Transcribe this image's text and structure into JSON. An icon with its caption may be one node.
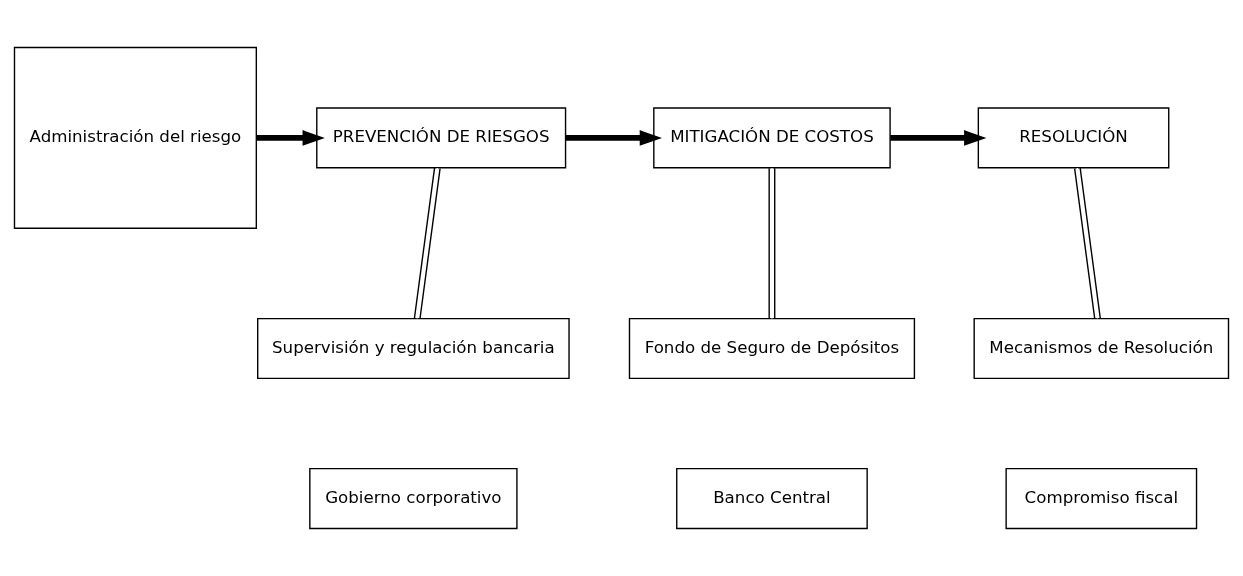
{
  "diagram": {
    "nodes": [
      {
        "text": [
          "Administración del riesgo"
        ]
      },
      {
        "text": [
          "PREVENCIÓN DE RIESGOS"
        ]
      },
      {
        "text": [
          "Supervisión y regulación bancaria"
        ]
      },
      {
        "text": [
          "Gobierno corporativo"
        ]
      },
      {
        "text": [
          "MITIGACIÓN DE COSTOS"
        ]
      },
      {
        "text": [
          "Fondo de Seguro de Depósitos"
        ]
      },
      {
        "text": [
          "Banco Central"
        ]
      },
      {
        "text": [
          "RESOLUCIÓN"
        ]
      },
      {
        "text": [
          "Mecanismos de Resolución"
        ]
      },
      {
        "text": [
          "Compromiso fiscal"
        ]
      }
    ],
    "edges": [
      {
        "from": 0,
        "to": 1,
        "arrow": "to",
        "style": "thick"
      },
      {
        "from": 1,
        "to": 2,
        "arrow": "none"
      },
      {
        "from": 1,
        "to": 4,
        "arrow": "to",
        "style": "thick"
      },
      {
        "from": 4,
        "to": 5,
        "arrow": "none"
      },
      {
        "from": 4,
        "to": 7,
        "arrow": "to",
        "style": "thick"
      },
      {
        "from": 7,
        "to": 8,
        "arrow": "none"
      }
    ]
  }
}
